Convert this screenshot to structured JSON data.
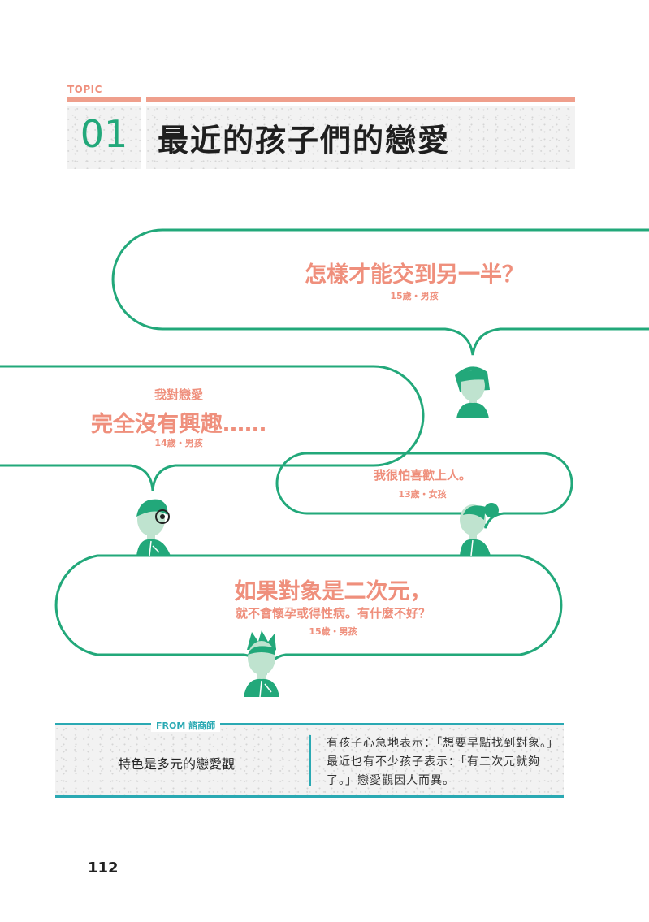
{
  "header": {
    "topic_label": "TOPIC",
    "topic_number": "01",
    "title": "最近的孩子們的戀愛"
  },
  "bubbles": [
    {
      "question": "怎樣才能交到另一半？",
      "speaker": "15歲・男孩"
    },
    {
      "lead": "我對戀愛",
      "question": "完全沒有興趣……",
      "speaker": "14歲・男孩"
    },
    {
      "question": "我很怕喜歡上人。",
      "speaker": "13歲・女孩"
    },
    {
      "question": "如果對象是二次元，",
      "subline": "就不會懷孕或得性病。有什麼不好？",
      "speaker": "15歲・男孩"
    }
  ],
  "from": {
    "label": "FROM 諮商師",
    "heading": "特色是多元的戀愛觀",
    "body": "有孩子心急地表示：「想要早點找到對象。」最近也有不少孩子表示：「有二次元就夠了。」戀愛觀因人而異。"
  },
  "page_number": "112",
  "colors": {
    "accent_green": "#22a87a",
    "accent_salmon": "#ef8f7c",
    "accent_teal": "#2aa9b3"
  }
}
